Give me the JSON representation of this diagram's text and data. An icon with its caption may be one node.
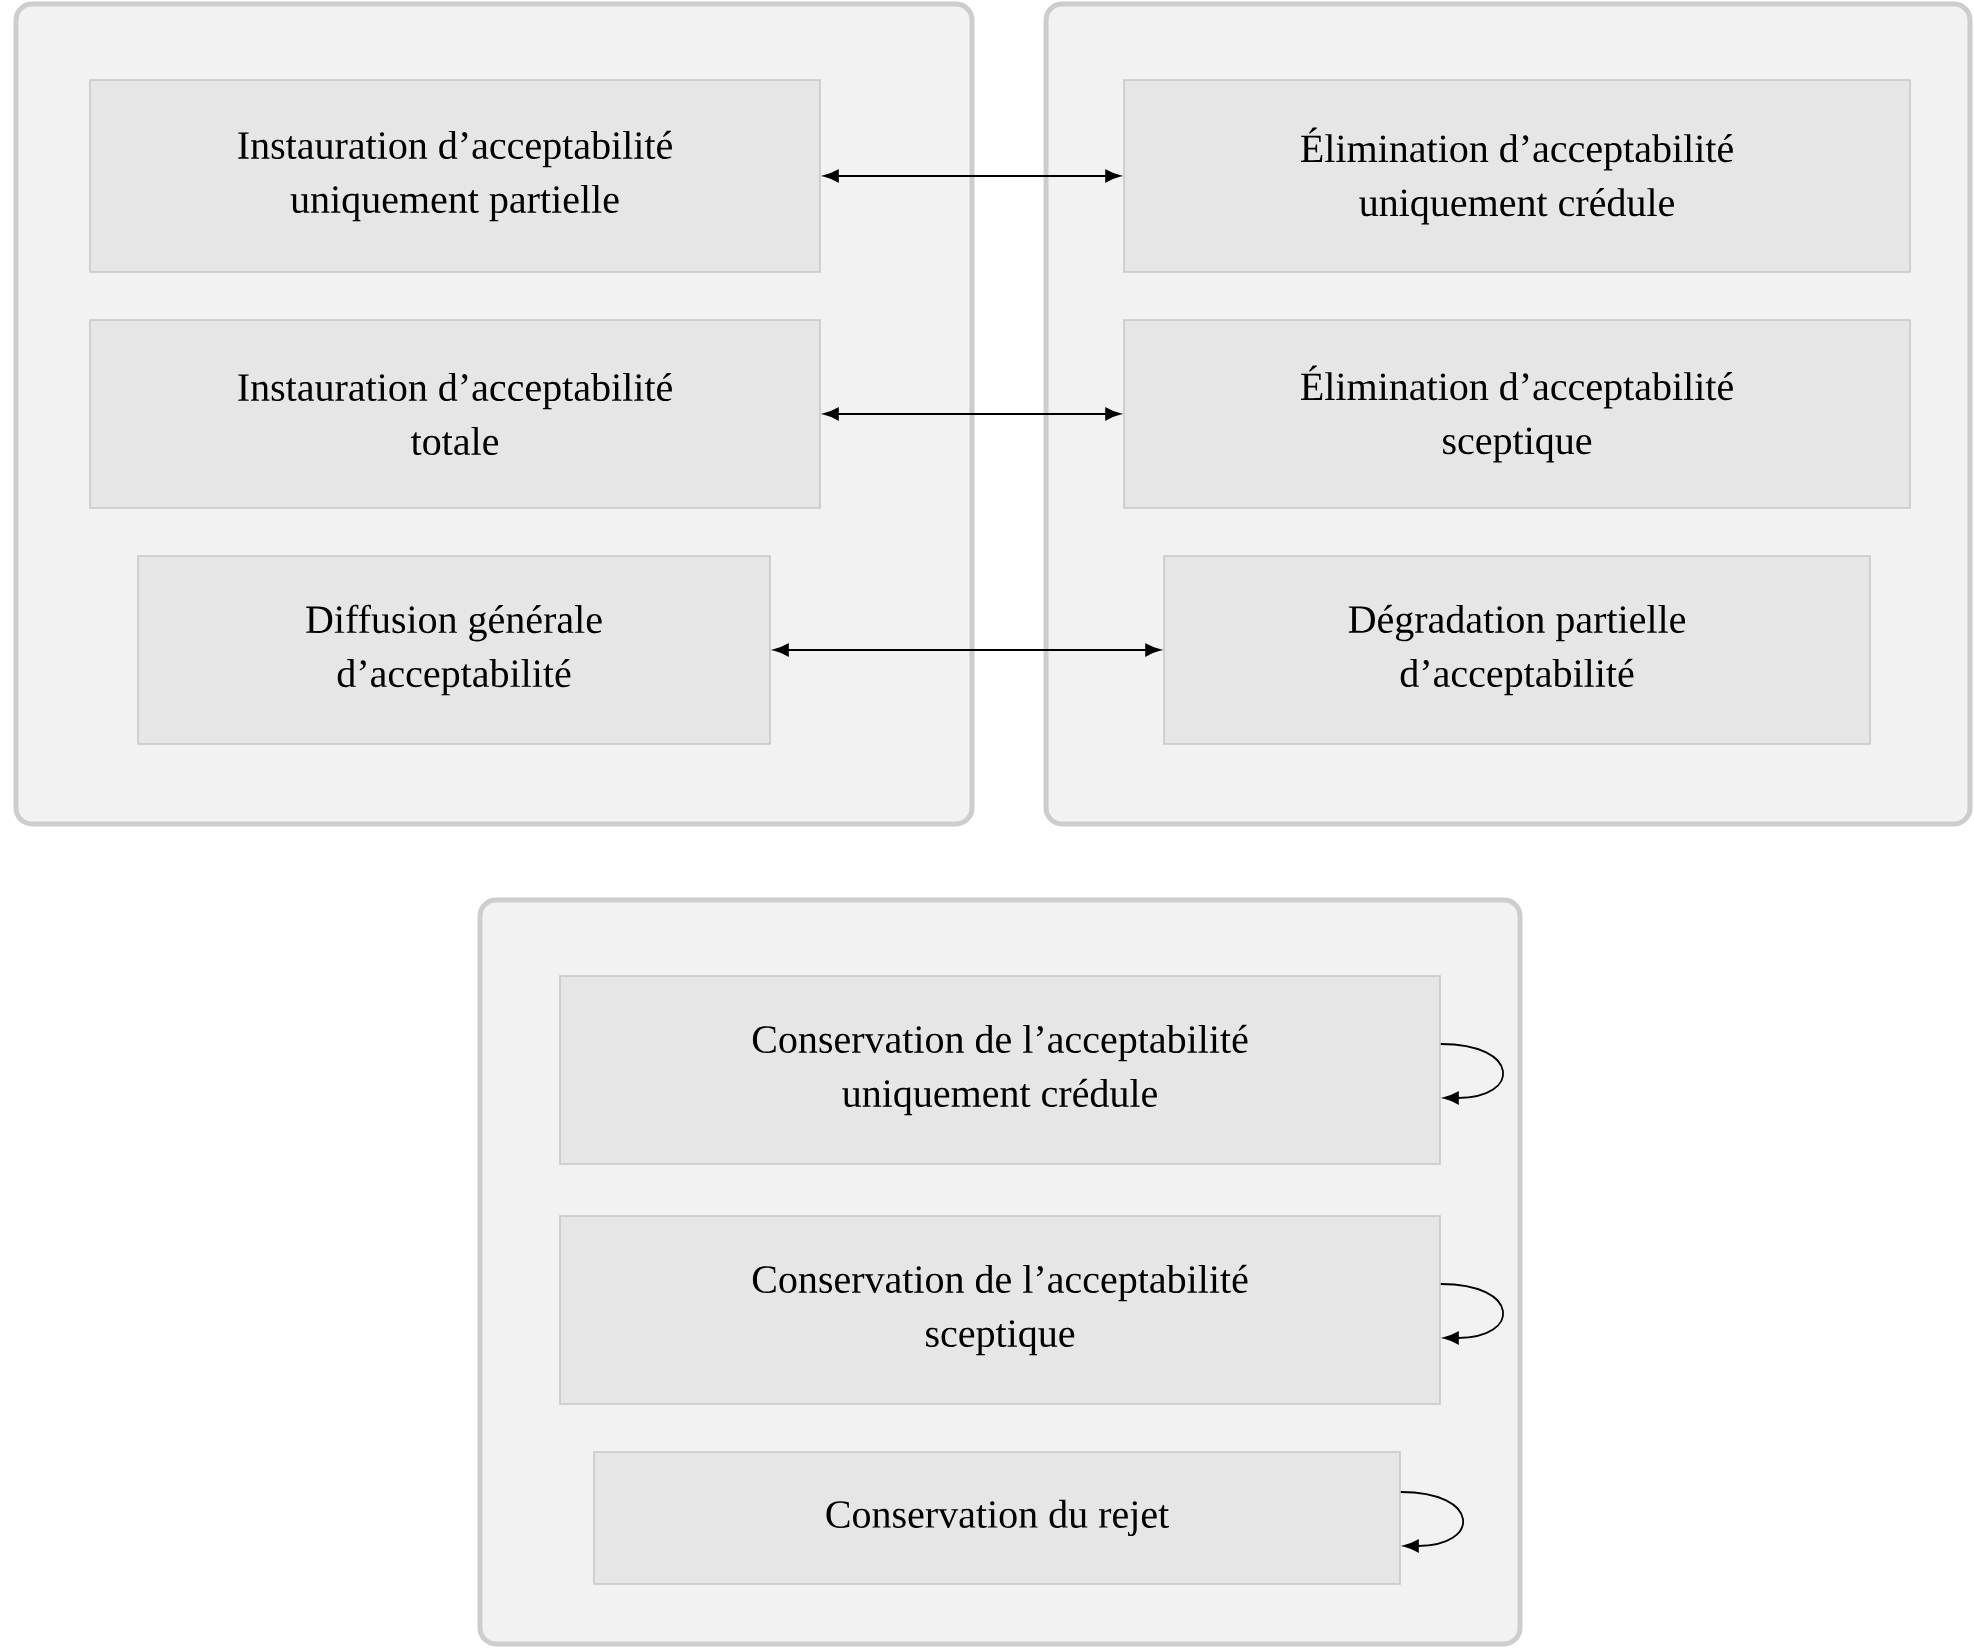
{
  "diagram": {
    "nodes": [
      {
        "text": [],
        "shape": "box"
      },
      {
        "text": [
          "Instauration d’acceptabilité uniquement partielle"
        ],
        "in": 0
      },
      {
        "text": [
          "Instauration d’acceptabilité totale"
        ],
        "in": 0
      },
      {
        "text": [
          "Diffusion générale d’acceptabilité"
        ],
        "in": 0
      },
      {
        "text": [],
        "shape": "box"
      },
      {
        "text": [
          "Élimination d’acceptabilité uniquement crédule"
        ],
        "in": 4
      },
      {
        "text": [
          "Élimination d’acceptabilité sceptique"
        ],
        "in": 4
      },
      {
        "text": [
          "Dégradation partielle d’acceptabilité"
        ],
        "in": 4
      },
      {
        "text": [],
        "shape": "box"
      },
      {
        "text": [
          "Conservation de l’acceptabilité uniquement crédule"
        ],
        "in": 8
      },
      {
        "text": [
          "Conservation de l’acceptabilité sceptique"
        ],
        "in": 8
      },
      {
        "text": [
          "Conservation du rejet"
        ],
        "in": 8
      }
    ],
    "edges": [
      {
        "from": 1,
        "to": 5,
        "arrow": "both"
      },
      {
        "from": 2,
        "to": 6,
        "arrow": "both"
      },
      {
        "from": 3,
        "to": 7,
        "arrow": "both"
      },
      {
        "from": 9,
        "to": 9,
        "arrow": "to"
      },
      {
        "from": 10,
        "to": 10,
        "arrow": "to"
      },
      {
        "from": 11,
        "to": 11,
        "arrow": "to"
      }
    ]
  }
}
